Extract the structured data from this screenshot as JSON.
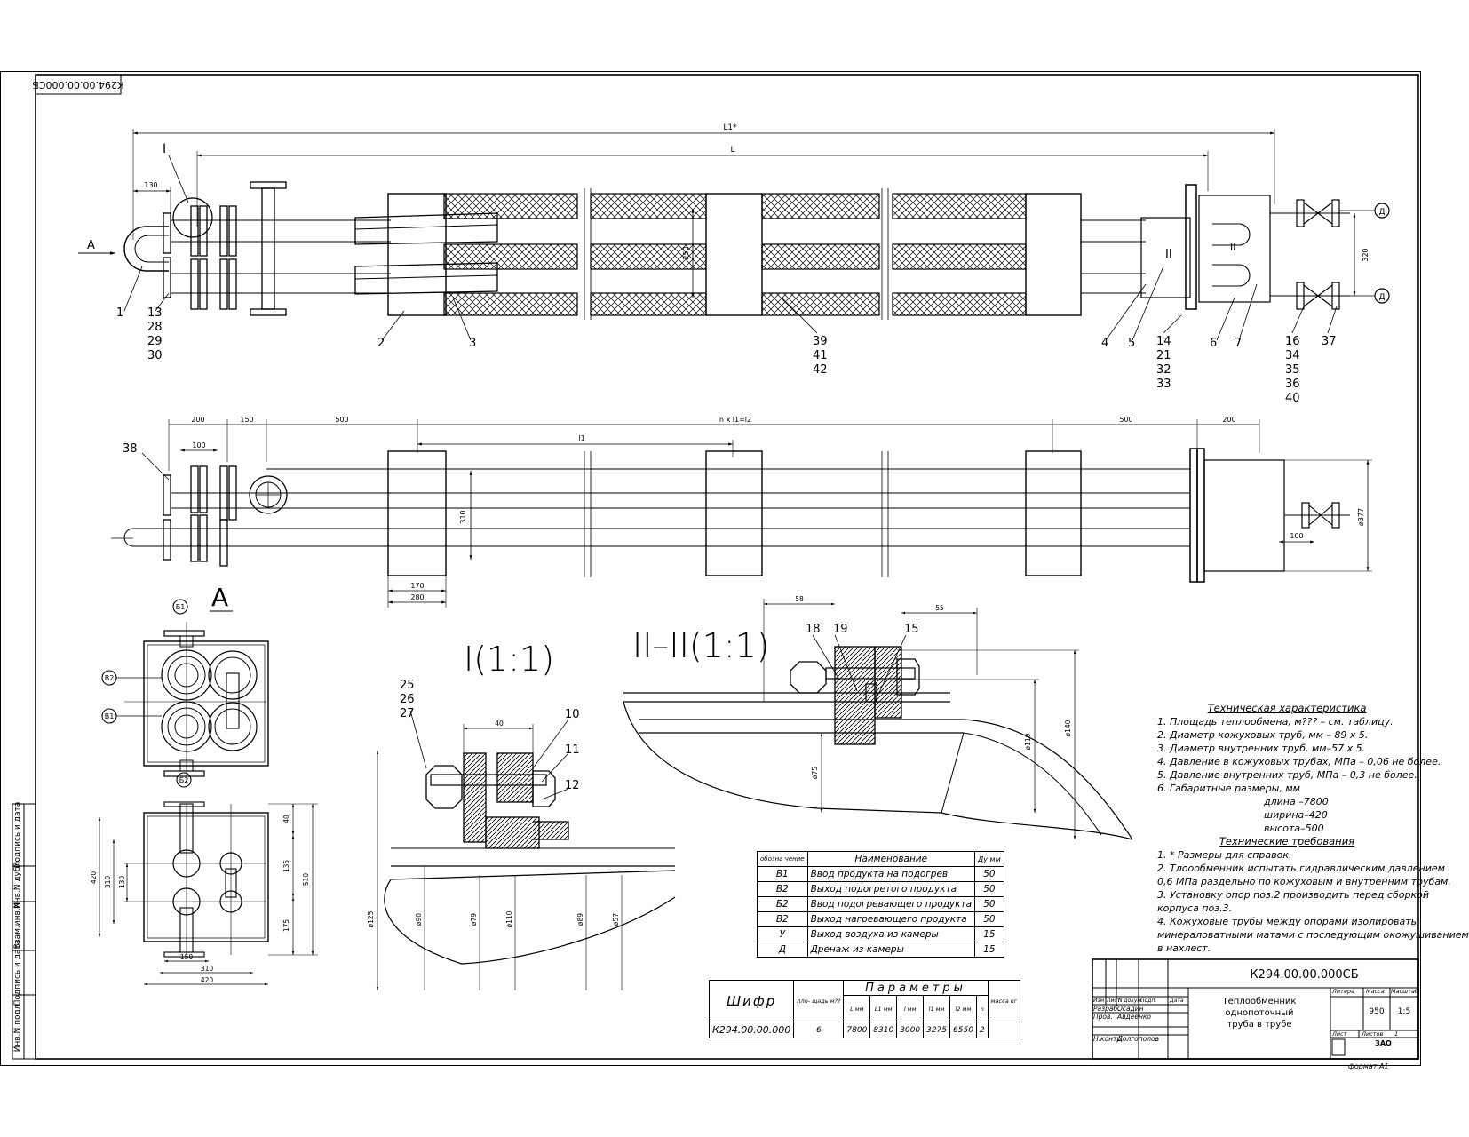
{
  "document": {
    "code_rotated": "К294.00.00.000СБ",
    "format": "формат А1"
  },
  "views": {
    "view_a_label": "А",
    "section_1_label": "I(1:1)",
    "section_2_label": "II–II(1:1)",
    "arrow_a": "A"
  },
  "dimensions": {
    "top": {
      "L1": "L1*",
      "L": "L",
      "d130": "130",
      "d250": "250",
      "d320": "320"
    },
    "middle": {
      "d200a": "200",
      "d150": "150",
      "d500a": "500",
      "nL": "n x l1=l2",
      "d500b": "500",
      "d200b": "200",
      "d100a": "100",
      "l": "l1",
      "d310": "310",
      "d170": "170",
      "d280": "280",
      "d100b": "100",
      "d377": "ø377"
    },
    "sec1": {
      "d40": "40",
      "d125": "ø125",
      "d90": "ø90",
      "d79": "ø79",
      "d110": "ø110",
      "d89": "ø89",
      "d57": "ø57"
    },
    "sec2": {
      "d58": "58",
      "d55": "55",
      "d110": "ø110",
      "d140": "ø140",
      "d75": "ø75"
    },
    "viewA": {
      "d40": "40",
      "d135": "135",
      "d420a": "420",
      "d310a": "310",
      "d130a": "130",
      "d510": "510",
      "d175": "175",
      "d150": "150",
      "d310b": "310",
      "d420b": "420"
    }
  },
  "callouts": {
    "top": [
      "1",
      "13",
      "28",
      "29",
      "30",
      "2",
      "3",
      "39",
      "41",
      "42",
      "4",
      "5",
      "14",
      "21",
      "32",
      "33",
      "6",
      "7",
      "16",
      "34",
      "35",
      "36",
      "40",
      "37"
    ],
    "section_mark_1": "I",
    "section_mark_2": "II",
    "port_D": "Д",
    "middle": [
      "38"
    ],
    "viewA": [
      "Б1",
      "В2",
      "В1",
      "Б2"
    ],
    "sec1": [
      "25",
      "26",
      "27",
      "10",
      "11",
      "12"
    ],
    "sec2": [
      "18",
      "19",
      "15"
    ]
  },
  "tech_specs": {
    "title": "Техническая характеристика",
    "items": [
      "1. Площадь теплообмена, м??? – см. таблицу.",
      "2. Диаметр кожуховых труб, мм – 89 х 5.",
      "3. Диаметр внутренних труб, мм–57 х 5.",
      "4. Давление в кожуховых трубах, МПа – 0,06 не более.",
      "5. Давление внутренних труб, МПа – 0,3 не более.",
      "6. Габаритные размеры, мм"
    ],
    "sizes": [
      "длина –7800",
      "ширина–420",
      "высота–500"
    ]
  },
  "tech_requirements": {
    "title": "Технические требования",
    "items": [
      "1. * Размеры для справок.",
      "2. Тлоообменник испытать гидравлическим давлением",
      "0,6 МПа раздельно по кожуховым и внутренним трубам.",
      "3. Установку опор поз.2 производить перед сборкой",
      "корпуса поз.3.",
      "4. Кожуховые трубы между опорами изолировать",
      "минераловатными матами с последующим окожушиванием",
      "в нахлест."
    ]
  },
  "ports_table": {
    "headers": [
      "обозна чение",
      "Наименование",
      "Ду мм"
    ],
    "rows": [
      [
        "В1",
        "Ввод продукта на подогрев",
        "50"
      ],
      [
        "В2",
        "Выход подогретого продукта",
        "50"
      ],
      [
        "Б2",
        "Ввод подогревающего продукта",
        "50"
      ],
      [
        "В2",
        "Выход нагревающего продукта",
        "50"
      ],
      [
        "У",
        "Выход воздуха из камеры",
        "15"
      ],
      [
        "Д",
        "Дренаж из камеры",
        "15"
      ]
    ]
  },
  "params_table": {
    "title": "Параметры",
    "code_header": "Шифр",
    "headers": [
      "пло- щадь м??",
      "L мм",
      "L1 мм",
      "l мм",
      "l1 мм",
      "l2 мм",
      "n",
      "масса кг"
    ],
    "code": "К294.00.00.000",
    "values": [
      "6",
      "7800",
      "8310",
      "3000",
      "3275",
      "6550",
      "2",
      ""
    ]
  },
  "title_block": {
    "code": "К294.00.00.000СБ",
    "title_lines": [
      "Теплообменник",
      "однопоточный",
      "труба в трубе"
    ],
    "role_headers": [
      "Изм",
      "Лист",
      "N докум.",
      "Подп.",
      "Дата"
    ],
    "people": [
      {
        "role": "Разраб.",
        "name": "Осадин"
      },
      {
        "role": "Пров.",
        "name": "Авдеенко"
      },
      {
        "role": "Н.контр.",
        "name": "Долгополов"
      }
    ],
    "litera": "Литера",
    "mass_label": "Масса",
    "scale_label": "Масштаб",
    "mass": "950",
    "scale": "1:5",
    "sheet_label": "Лист",
    "sheets_label": "Листов",
    "sheets": "1",
    "org": "ЗАО"
  },
  "side_stamp": [
    "Инв.N подл.",
    "Подпись и дата",
    "Взам.инв.N",
    "Инв.N дубл.",
    "Подпись и дата"
  ]
}
